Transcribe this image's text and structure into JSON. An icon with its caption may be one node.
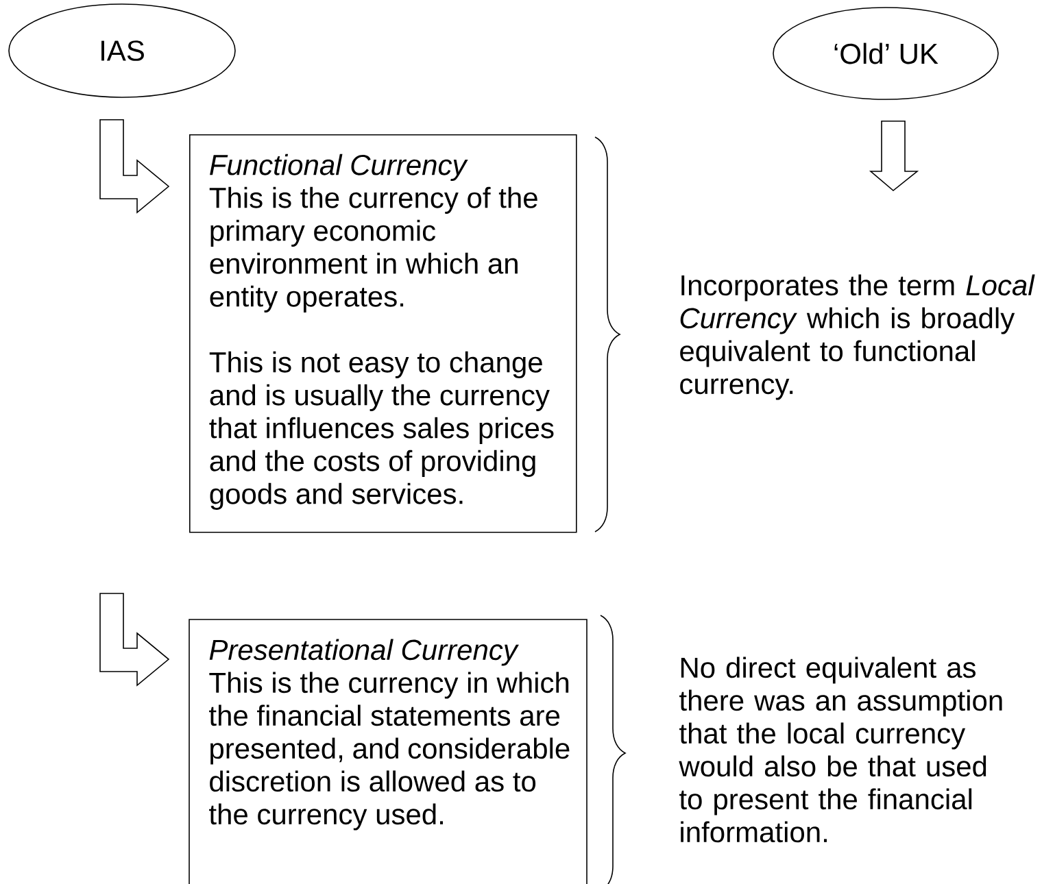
{
  "diagram": {
    "nodes": [
      {
        "text": [
          "IAS"
        ]
      },
      {
        "text": [
          "‘Old’ UK"
        ]
      },
      {
        "text": [
          "Functional Currency",
          "This is the currency of the primary economic environment in which an entity operates.",
          "This is not easy to change and is usually the currency that influences sales prices and the costs of providing goods and services."
        ]
      },
      {
        "text": [
          "Presentational Currency",
          "This is the currency in which the financial statements are presented, and considerable discretion is allowed as to the currency used."
        ]
      }
    ],
    "edges": [
      {
        "from": 0,
        "to": 2,
        "arrow": "to"
      },
      {
        "from": null,
        "to": 3,
        "arrow": "to"
      },
      {
        "from": 1,
        "to": null,
        "arrow": "to"
      }
    ],
    "labels": [
      "Incorporates the term *Local Currency* which is broadly equivalent to functional currency.",
      "No direct equivalent as there was an assumption that the local currency would also be that used to present the financial information."
    ]
  }
}
